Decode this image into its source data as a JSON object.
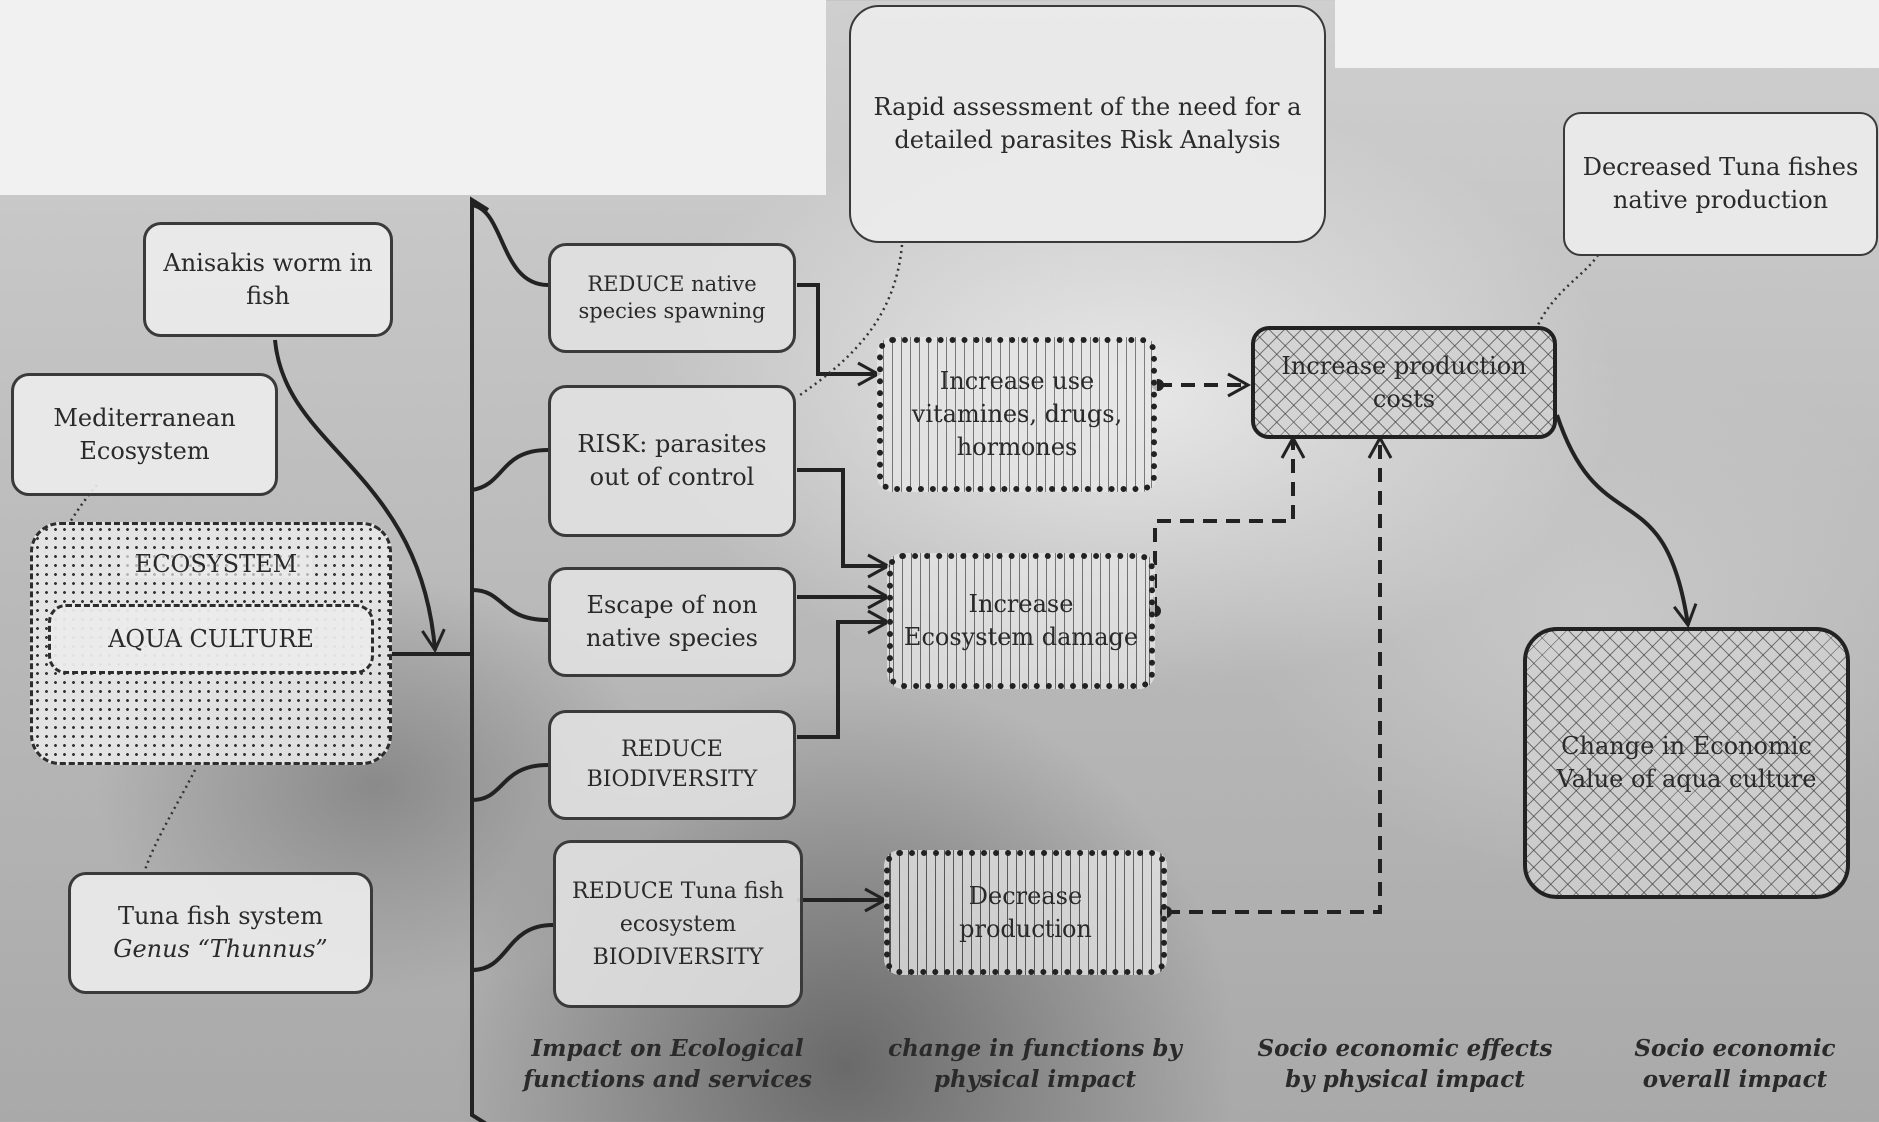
{
  "nodes": {
    "anisakis": "Anisakis worm in fish",
    "mediterranean": "Mediterranean Ecosystem",
    "ecosystem_label": "ECOSYSTEM",
    "aqua_culture": "AQUA CULTURE",
    "tuna_system_prefix": "Tuna fish system",
    "tuna_system_genus": "Genus “Thunnus”",
    "reduce_spawning": "REDUCE native species spawning",
    "risk_parasites": "RISK: parasites out of control",
    "escape_species": "Escape of non native species",
    "reduce_biodiversity": "REDUCE BIODIVERSITY",
    "reduce_tuna": "REDUCE Tuna fish ecosystem BIODIVERSITY",
    "increase_vitamines": "Increase use vitamines, drugs, hormones",
    "increase_ecosystem_damage": "Increase Ecosystem damage",
    "decrease_production": "Decrease production",
    "increase_costs": "Increase production costs",
    "change_economic": "Change in Economic Value of aqua culture",
    "rapid_assessment": "Rapid assessment of the need for a detailed parasites Risk Analysis",
    "decreased_tuna": "Decreased Tuna fishes native production"
  },
  "captions": {
    "ecological": "Impact on Ecological functions and services",
    "functions": "change in functions by physical impact",
    "socio_effects": "Socio economic effects by physical impact",
    "socio_overall": "Socio economic overall impact"
  },
  "colors": {
    "line": "#222222",
    "box_border": "#3a3a3a",
    "panel": "#f1f1f1"
  }
}
